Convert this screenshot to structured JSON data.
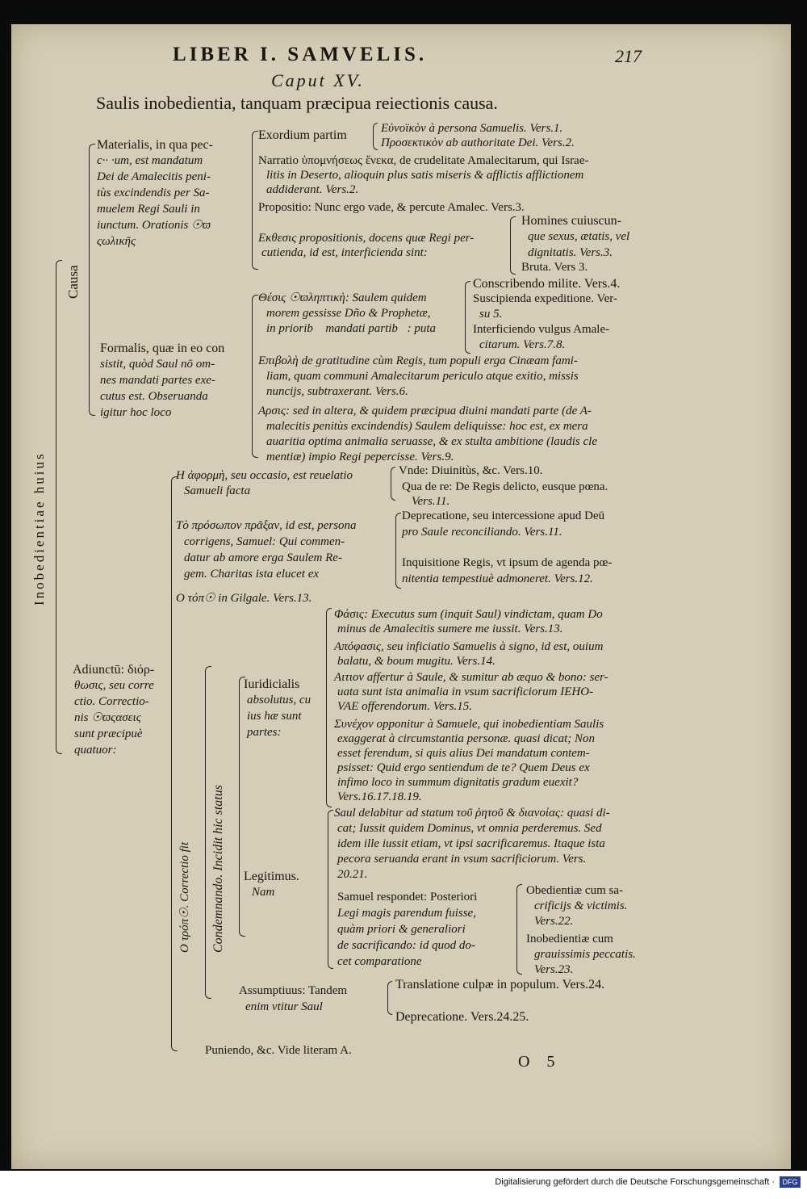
{
  "header": {
    "running_title": "LIBER I. SAMVELIS.",
    "page_number": "217",
    "chapter": "Caput XV.",
    "title": "Saulis inobedientia, tanquam præcipua reiectionis causa."
  },
  "side": {
    "inobedientia": "Inobedientiae huius",
    "causa": "Causa",
    "o_tropos": "O τρόπ☉. Correctio fit",
    "condemnando": "Condemnando. Incidit hic status"
  },
  "materialis": {
    "lines": [
      "Materialis, in qua pec-",
      "c·· ·um, est mandatum",
      "Dei de Amalecitis peni-",
      "tùs excindendis per Sa-",
      "muelem Regi Sauli in",
      "iunctum. Orationis ☉ϖ",
      "ςωλικῆς"
    ]
  },
  "exordium": {
    "label": "Exordium partim",
    "l1": "Εὐνοϊκὸν à persona Samuelis. Vers.1.",
    "l2": "Προσεκτικὸν ab authoritate Dei. Vers.2."
  },
  "narratio": {
    "lines": [
      "Narratio ὑπομνήσεως ἕνεκα, de crudelitate Amalecitarum, qui Israe-",
      "litis in Deserto, alioquin plus satis miseris & afflictis afflictionem",
      "addiderant. Vers.2."
    ]
  },
  "propositio": "Propositio: Nunc ergo vade, & percute Amalec. Vers.3.",
  "ekthesis": {
    "lines": [
      "Εκθεσις propositionis, docens quæ Regi per-",
      "cutienda, id est, interficienda sint:"
    ]
  },
  "homines": {
    "lines": [
      "Homines cuiuscun-",
      "que sexus, ætatis, vel",
      "dignitatis. Vers.3."
    ]
  },
  "bruta": "Bruta. Vers 3.",
  "thesis": {
    "lines": [
      "Θέσις ☉ϖληπτικὴ: Saulem quidem",
      "morem gessisse Dño & Prophetæ,",
      "in priorib᷒ mandati partib᷒: puta"
    ]
  },
  "conscribendo": {
    "lines": [
      "Conscribendo milite. Vers.4.",
      "Suscipienda expeditione. Ver-",
      "su 5.",
      "Interficiendo vulgus Amale-",
      "citarum. Vers.7.8."
    ]
  },
  "formalis": {
    "lines": [
      "Formalis, quæ in eo con",
      "sistit, quòd Saul nō om-",
      "nes mandati partes exe-",
      "cutus est. Obseruanda",
      "igitur hoc loco"
    ]
  },
  "epibole": {
    "lines": [
      "Επιβολὴ de gratitudine cùm Regis, tum populi erga Cinæam fami-",
      "liam, quam communi Amalecitarum periculo atque exitio, missis",
      "nuncijs, subtraxerant. Vers.6."
    ]
  },
  "arsis": {
    "lines": [
      "Aρσις: sed in altera, & quidem præcipua diuini mandati parte (de A-",
      "malecitis penitùs excindendis) Saulem deliquisse: hoc est, ex mera",
      "auaritia optima animalia seruasse, & ex stulta ambitione (laudis cle",
      "mentiæ) impio Regi pepercisse. Vers.9."
    ]
  },
  "aphorme": {
    "lines": [
      "Η ἀφορμὴ, seu occasio, est reuelatio",
      "Samueli facta"
    ]
  },
  "unde": {
    "lines": [
      "Vnde: Diuinitùs, &c. Vers.10.",
      "Qua de re: De Regis delicto, eusque pœna.",
      "Vers.11."
    ]
  },
  "prosopon": {
    "lines": [
      "Τὸ πρόσωπον πρᾶξαν, id est, persona",
      "corrigens, Samuel: Qui commen-",
      "datur ab amore erga Saulem Re-",
      "gem. Charitas ista elucet ex"
    ]
  },
  "deprecatione1": {
    "lines": [
      "Deprecatione, seu intercessione apud Deū",
      "pro Saule reconciliando. Vers.11."
    ]
  },
  "inquisitione": {
    "lines": [
      "Inquisitione Regis, vt ipsum de agenda pœ-",
      "nitentia tempestiuè admoneret. Vers.12."
    ]
  },
  "topos": "O τόπ☉ in Gilgale. Vers.13.",
  "phasis": {
    "lines": [
      "Φάσις: Executus sum (inquit Saul) vindictam, quam Do",
      "minus de Amalecitis sumere me iussit. Vers.13."
    ]
  },
  "apophasis": {
    "lines": [
      "Απόφασις, seu inficiatio Samuelis à signo, id est, ouium",
      "balatu, & boum mugitu. Vers.14."
    ]
  },
  "aition": {
    "lines": [
      "Aιτιον affertur à Saule, & sumitur ab æquo & bono: ser-",
      "uata sunt ista animalia in vsum sacrificiorum IEHO-",
      "VAE offerendorum. Vers.15."
    ]
  },
  "iuridicialis": {
    "lines": [
      "Iuridicialis",
      "absolutus, cu",
      "ius hæ sunt",
      "partes:"
    ]
  },
  "adiunctu": {
    "lines": [
      "Adiunctū: διόρ-",
      "θωσις, seu corre",
      "ctio. Correctio-",
      "nis ☉ϖςασεις",
      "sunt præcipuè",
      "quatuor:"
    ]
  },
  "synechon": {
    "lines": [
      "Συνέχον opponitur à Samuele, qui inobedientiam Saulis",
      "exaggerat à circumstantia personæ. quasi dicat; Non",
      "esset ferendum, si quis alius Dei mandatum contem-",
      "psisset: Quid ergo sentiendum de te? Quem Deus ex",
      "infimo loco in summum dignitatis gradum euexit?",
      "Vers.16.17.18.19."
    ]
  },
  "saul_delabitur": {
    "lines": [
      "Saul delabitur ad statum τοῦ ῥητοῦ & διανοίας: quasi di-",
      "cat; Iussit quidem Dominus, vt omnia perderemus. Sed",
      "idem ille iussit etiam, vt ipsi sacrificaremus. Itaque ista",
      "pecora seruanda erant in vsum sacrificiorum. Vers.",
      "20.21."
    ]
  },
  "legitimus": {
    "lines": [
      "Legitimus.",
      "Nam"
    ]
  },
  "samuel_respondet": {
    "lines": [
      "Samuel respondet: Posteriori",
      "Legi magis parendum fuisse,",
      "quàm priori & generaliori",
      "de sacrificando: id quod do-",
      "cet comparatione"
    ]
  },
  "obedientiae": {
    "lines": [
      "Obedientiæ cum sa-",
      "crificijs & victimis.",
      "Vers.22."
    ]
  },
  "inobedientiae": {
    "lines": [
      "Inobedientiæ cum",
      "grauissimis peccatis.",
      "Vers.23."
    ]
  },
  "assumptiuus": {
    "lines": [
      "Assumptiuus: Tandem",
      "enim vtitur Saul"
    ]
  },
  "translatione": "Translatione culpæ in populum. Vers.24.",
  "deprecatione2": "Deprecatione. Vers.24.25.",
  "puniendo": "Puniendo, &c. Vide literam A.",
  "signature": "O 5",
  "footer": {
    "text": "Digitalisierung gefördert durch die Deutsche Forschungsgemeinschaft ·",
    "logo": "DFG"
  }
}
